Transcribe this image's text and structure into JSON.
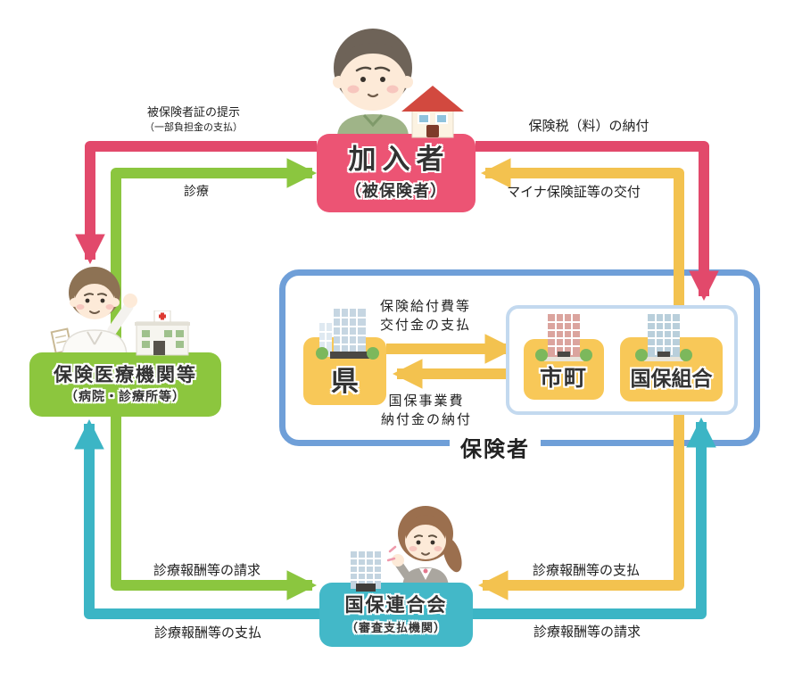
{
  "colors": {
    "red": "#e2496b",
    "green": "#8bc63f",
    "yellow": "#f3c24f",
    "teal": "#3cb5c5",
    "box_pink": "#ec5474",
    "box_green": "#8cc63e",
    "box_yellow": "#f8c858",
    "box_teal": "#43b8c8",
    "outer_border": "#6f9fd8",
    "inner_border": "#c3d9ef",
    "text_dark": "#333333"
  },
  "nodes": {
    "kanyusha": {
      "label": "加入者",
      "sublabel": "（被保険者）"
    },
    "iryokikan": {
      "label": "保険医療機関等",
      "sublabel": "（病院・診療所等）"
    },
    "ken": {
      "label": "県"
    },
    "shicho": {
      "label": "市町"
    },
    "kokuhokumiai": {
      "label": "国保組合"
    },
    "hokensha": {
      "label": "保険者"
    },
    "rengokai": {
      "label": "国保連合会",
      "sublabel": "（審査支払機関）"
    }
  },
  "arrows": {
    "card_presentation": {
      "label": "被保険者証の提示",
      "sublabel": "（一部負担金の支払）",
      "from": "加入者",
      "to": "保険医療機関等"
    },
    "shinryo": {
      "label": "診療",
      "from": "保険医療機関等",
      "to": "加入者"
    },
    "hokenzei": {
      "label": "保険税（料）の納付",
      "from": "加入者",
      "to": "保険者"
    },
    "maina": {
      "label": "マイナ保険証等の交付",
      "from": "保険者",
      "to": "加入者"
    },
    "kyufu": {
      "line1": "保険給付費等",
      "line2": "交付金の支払",
      "from": "県",
      "to": "市町"
    },
    "jigyohi": {
      "line1": "国保事業費",
      "line2": "納付金の納付",
      "from": "市町",
      "to": "県"
    },
    "seikyu_left": {
      "label": "診療報酬等の請求",
      "from": "保険医療機関等",
      "to": "国保連合会"
    },
    "shiharai_left": {
      "label": "診療報酬等の支払",
      "from": "国保連合会",
      "to": "保険医療機関等"
    },
    "shiharai_right": {
      "label": "診療報酬等の支払",
      "from": "保険者",
      "to": "国保連合会"
    },
    "seikyu_right": {
      "label": "診療報酬等の請求",
      "from": "国保連合会",
      "to": "保険者"
    }
  }
}
